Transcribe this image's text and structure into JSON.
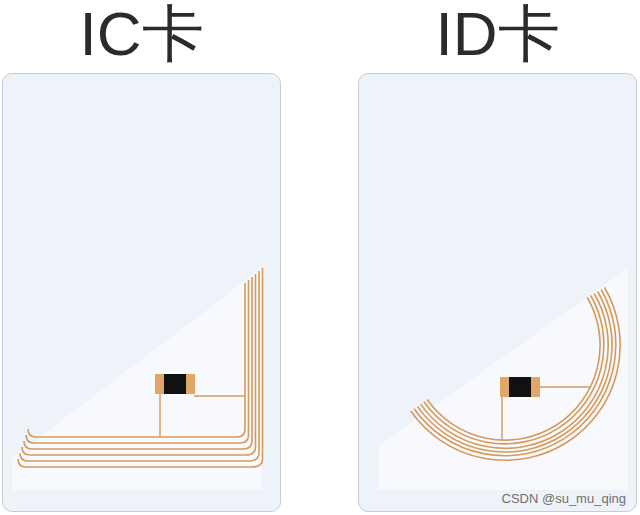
{
  "diagram": {
    "nodes": [
      {
        "text": [
          "IC卡"
        ]
      },
      {
        "text": [
          "ID卡"
        ]
      }
    ],
    "labels": [
      "CSDN @su_mu_qing"
    ]
  }
}
